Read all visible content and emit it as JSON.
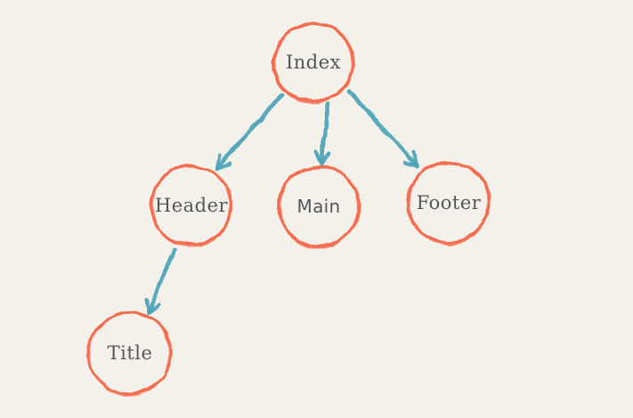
{
  "canvas": {
    "background": "#f4f1eb"
  },
  "style": {
    "node_stroke": "#f4694b",
    "edge_stroke": "#4da3b8",
    "label_color": "#54575a"
  },
  "diagram": {
    "type": "tree",
    "nodes": [
      {
        "id": "index",
        "label": "Index"
      },
      {
        "id": "header",
        "label": "Header"
      },
      {
        "id": "main",
        "label": "Main"
      },
      {
        "id": "footer",
        "label": "Footer"
      },
      {
        "id": "title",
        "label": "Title"
      }
    ],
    "edges": [
      {
        "from": "index",
        "to": "header"
      },
      {
        "from": "index",
        "to": "main"
      },
      {
        "from": "index",
        "to": "footer"
      },
      {
        "from": "header",
        "to": "title"
      }
    ]
  }
}
